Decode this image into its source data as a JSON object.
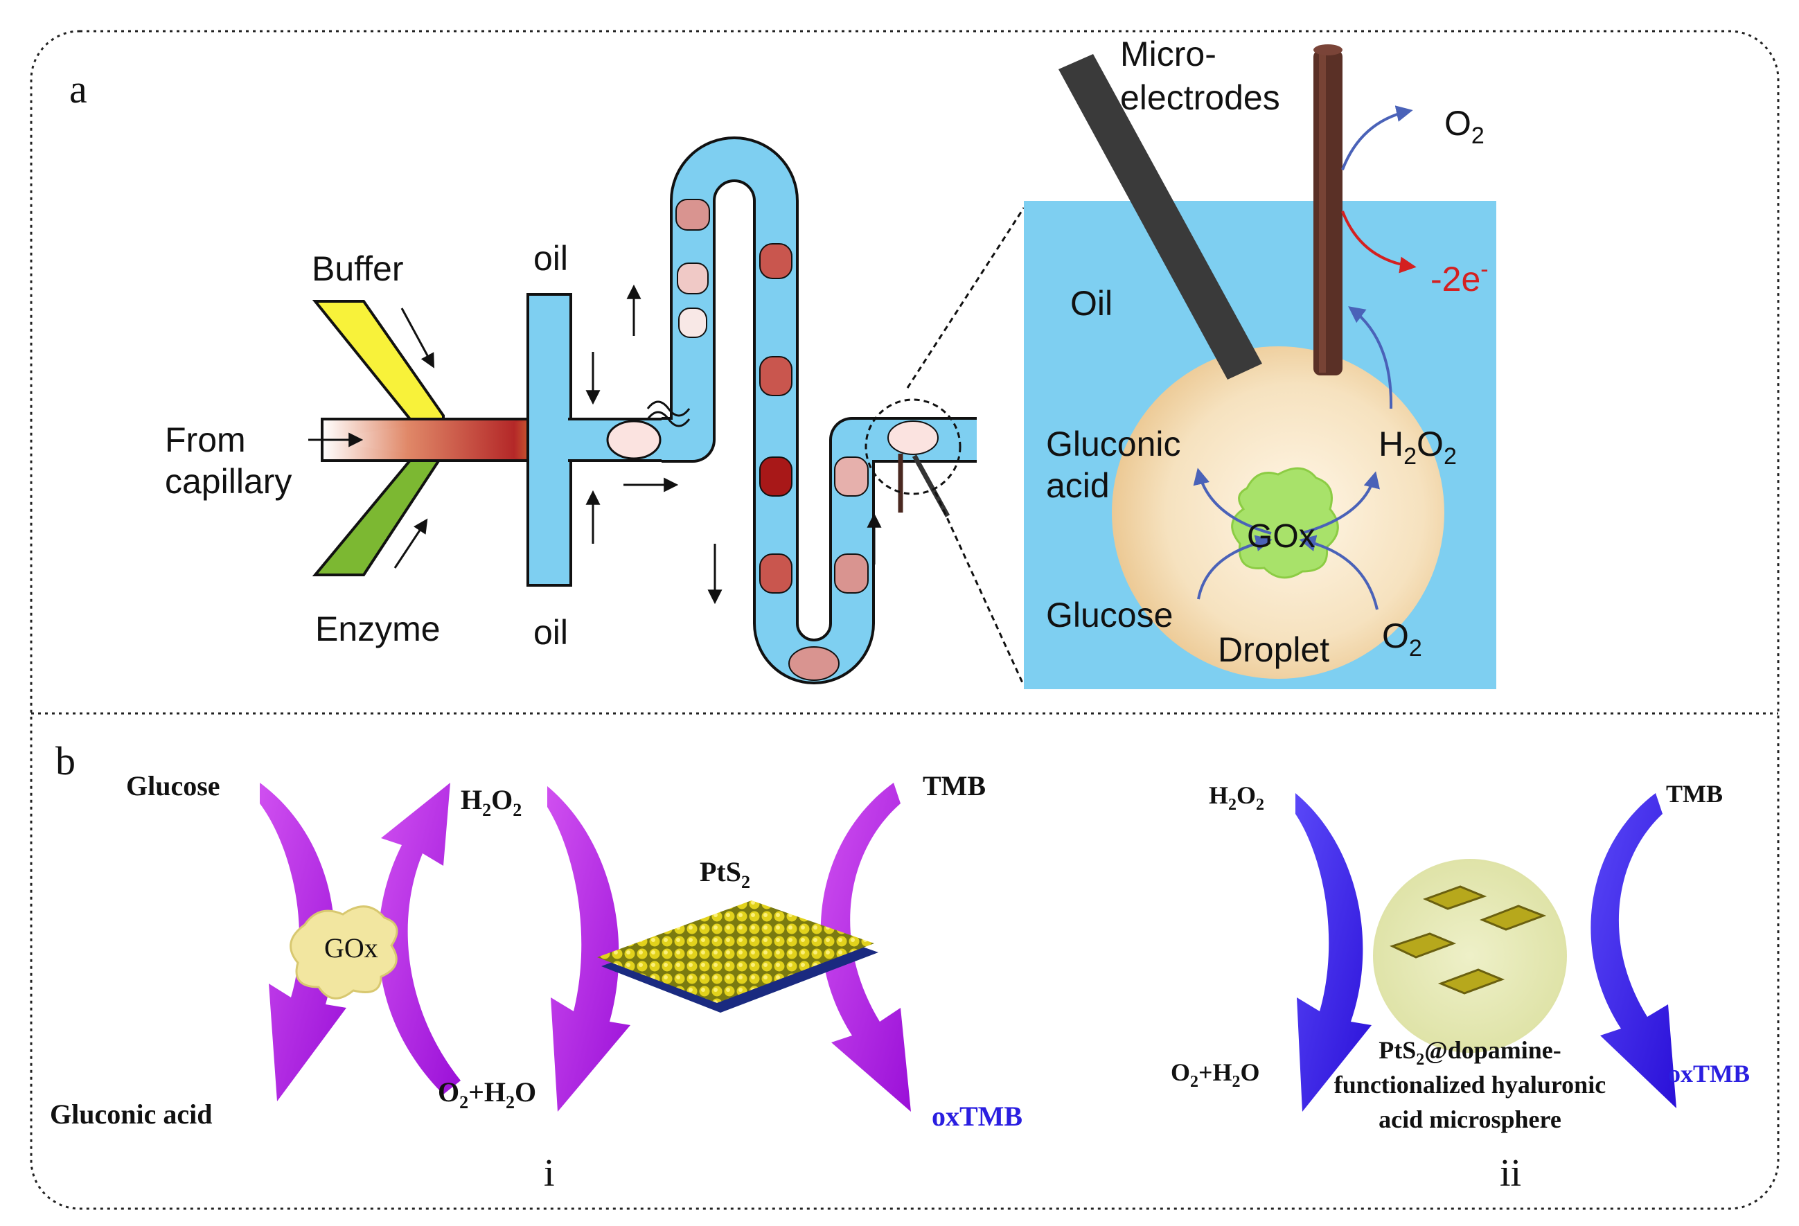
{
  "panel_a": {
    "letter": "a",
    "labels": {
      "buffer": "Buffer",
      "from": "From",
      "capillary": "capillary",
      "enzyme": "Enzyme",
      "oil_top": "oil",
      "oil_bottom": "oil",
      "micro": "Micro-",
      "electrodes": "electrodes",
      "oil_zoom": "Oil",
      "o2_top": "O",
      "o2_top_sub": "2",
      "minus2e": "-2e",
      "minus2e_sup": "-",
      "gluconic": "Gluconic",
      "acid": "acid",
      "h2o2_h": "H",
      "h2o2_sub1": "2",
      "h2o2_o": "O",
      "h2o2_sub2": "2",
      "gox": "GOx",
      "glucose": "Glucose",
      "droplet": "Droplet",
      "o2_bottom": "O",
      "o2_bottom_sub": "2"
    }
  },
  "panel_b": {
    "letter": "b",
    "sub_i": {
      "roman": "i",
      "glucose": "Glucose",
      "h2o2_h": "H",
      "h2o2_sub1": "2",
      "h2o2_o": "O",
      "h2o2_sub2": "2",
      "gluconic_acid": "Gluconic acid",
      "gox": "GOx",
      "pts2_base": "PtS",
      "pts2_sub": "2",
      "o2h2o_o": "O",
      "o2h2o_sub1": "2",
      "o2h2o_rest": "+H",
      "o2h2o_sub2": "2",
      "o2h2o_end": "O",
      "tmb": "TMB",
      "oxtmb": "oxTMB"
    },
    "sub_ii": {
      "roman": "ii",
      "h2o2_h": "H",
      "h2o2_sub1": "2",
      "h2o2_o": "O",
      "h2o2_sub2": "2",
      "tmb": "TMB",
      "o2h2o_o": "O",
      "o2h2o_sub1": "2",
      "o2h2o_rest": "+H",
      "o2h2o_sub2": "2",
      "o2h2o_end": "O",
      "oxtmb": "oxTMB",
      "micro_line1_base": "PtS",
      "micro_line1_sub": "2",
      "micro_line1_rest": "@dopamine-",
      "micro_line2": "functionalized hyaluronic",
      "micro_line3": "acid microsphere"
    }
  },
  "colors": {
    "channel_blue": "#7ecff1",
    "buffer_yellow": "#f8f23a",
    "enzyme_green": "#7cb832",
    "droplet_cream": "#f4ddb4",
    "gox_green": "#a8e26a",
    "electrode_dark": "#3a3a3a",
    "electrode_brown": "#5a3026",
    "purple_arrow": "#b418e6",
    "blue_arrow": "#3c1ef0",
    "oxtmb_blue": "#2a1ee0",
    "red_text": "#d42020"
  }
}
